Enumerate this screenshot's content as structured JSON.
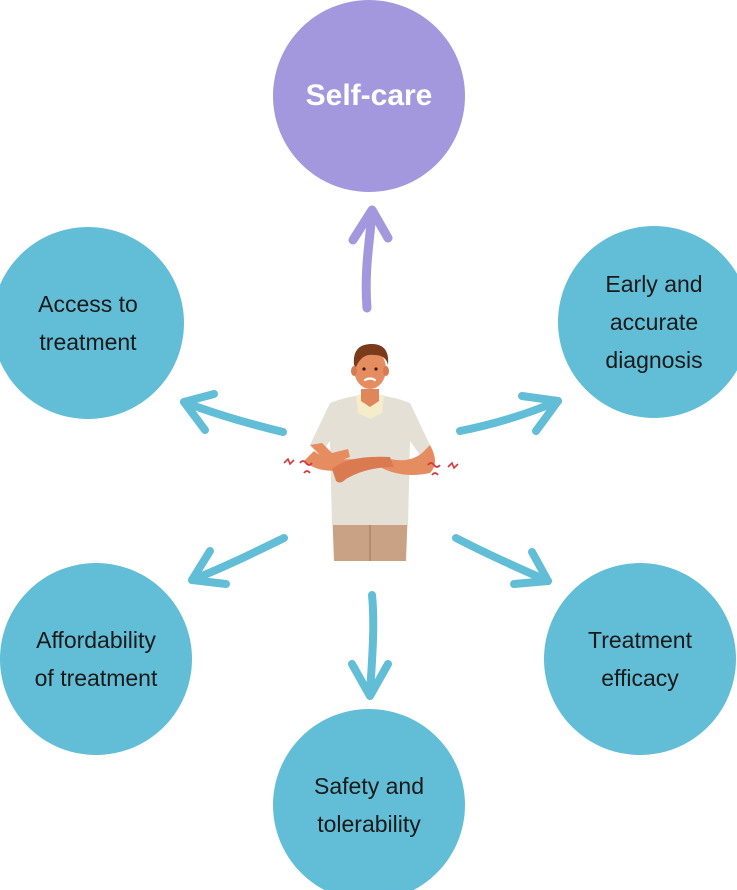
{
  "diagram": {
    "center": {
      "figure_icon": "person-with-itchy-arms-icon"
    },
    "nodes": [
      {
        "id": "self-care",
        "label": "Self-care",
        "color": "#a397de"
      },
      {
        "id": "early-diagnosis",
        "label": "Early and\naccurate\ndiagnosis",
        "color": "#62bdd6"
      },
      {
        "id": "treatment-efficacy",
        "label": "Treatment\nefficacy",
        "color": "#62bdd6"
      },
      {
        "id": "safety-tolerability",
        "label": "Safety and\ntolerability",
        "color": "#62bdd6"
      },
      {
        "id": "affordability",
        "label": "Affordability\nof treatment",
        "color": "#62bdd6"
      },
      {
        "id": "access",
        "label": "Access to\ntreatment",
        "color": "#62bdd6"
      }
    ],
    "arrow_colors": {
      "self-care": "#a397de",
      "others": "#62bdd6"
    }
  }
}
